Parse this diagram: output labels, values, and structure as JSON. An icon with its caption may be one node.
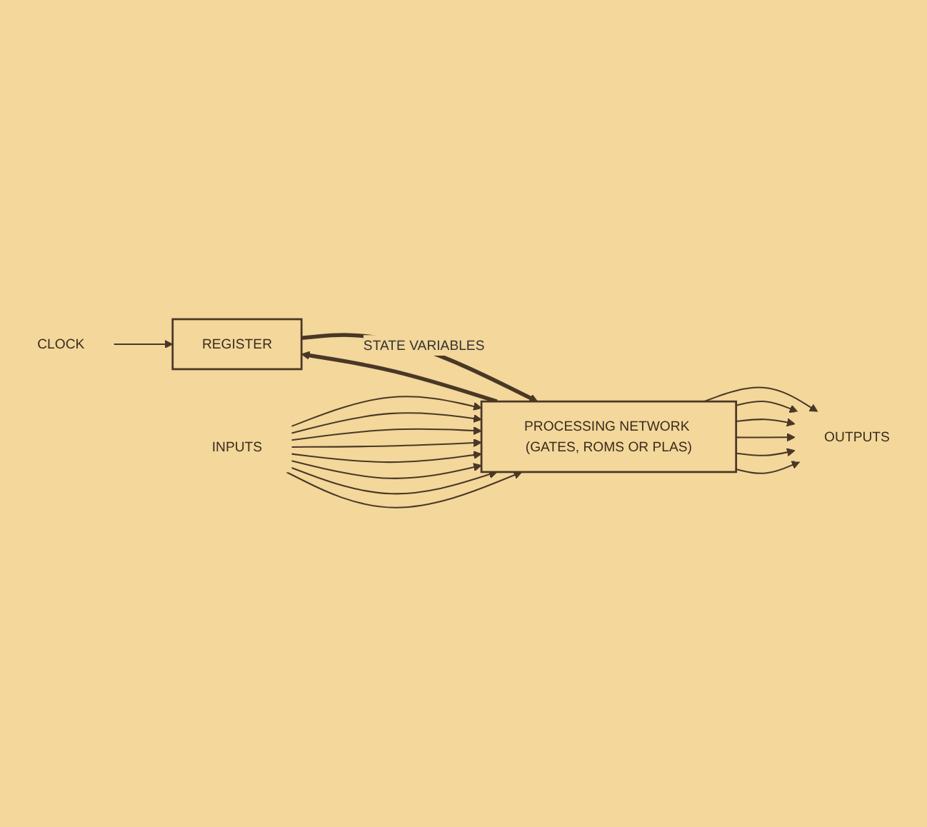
{
  "diagram": {
    "nodes": [
      {
        "text": [
          "REGISTER"
        ]
      },
      {
        "text": [
          "PROCESSING NETWORK (GATES, ROMS OR PLAS)"
        ]
      },
      {
        "text": [
          "CLOCK"
        ]
      },
      {
        "text": [
          "INPUTS"
        ]
      },
      {
        "text": [
          "OUTPUTS"
        ]
      }
    ],
    "edges": [
      {
        "from": 1,
        "to": 0,
        "arrow": "to",
        "style": "thick"
      },
      {
        "from": 0,
        "to": 1,
        "arrow": "to",
        "style": "thick",
        "label": "STATE VARIABLES"
      },
      {
        "from": 2,
        "to": 0,
        "arrow": "to"
      },
      {
        "from": 3,
        "to": 1,
        "arrow": "to"
      },
      {
        "from": 3,
        "to": 1,
        "arrow": "to"
      },
      {
        "from": 3,
        "to": 1,
        "arrow": "to"
      },
      {
        "from": 3,
        "to": 1,
        "arrow": "to"
      },
      {
        "from": 3,
        "to": 1,
        "arrow": "to"
      },
      {
        "from": 3,
        "to": 1,
        "arrow": "to"
      },
      {
        "from": 3,
        "to": 1,
        "arrow": "to"
      },
      {
        "from": 3,
        "to": 1,
        "arrow": "to"
      },
      {
        "from": 1,
        "to": 4,
        "arrow": "to"
      },
      {
        "from": 1,
        "to": 4,
        "arrow": "to"
      },
      {
        "from": 1,
        "to": 4,
        "arrow": "to"
      },
      {
        "from": 1,
        "to": 4,
        "arrow": "to"
      },
      {
        "from": 1,
        "to": 4,
        "arrow": "to"
      },
      {
        "from": 1,
        "to": 4,
        "arrow": "to"
      }
    ]
  }
}
